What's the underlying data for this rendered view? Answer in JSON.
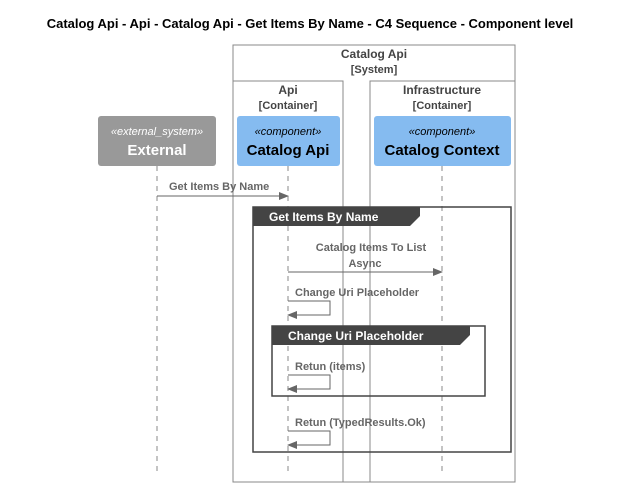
{
  "title": "Catalog Api - Api - Catalog Api - Get Items By Name - C4 Sequence - Component level",
  "system_boundary": {
    "name": "Catalog Api",
    "type": "[System]"
  },
  "containers": [
    {
      "name": "Api",
      "type": "[Container]"
    },
    {
      "name": "Infrastructure",
      "type": "[Container]"
    }
  ],
  "participants": [
    {
      "stereotype": "«external_system»",
      "name": "External",
      "color": "#999999"
    },
    {
      "stereotype": "«component»",
      "name": "Catalog Api",
      "color": "#85bbf0"
    },
    {
      "stereotype": "«component»",
      "name": "Catalog Context",
      "color": "#85bbf0"
    }
  ],
  "messages": [
    {
      "label": "Get Items By Name"
    },
    {
      "label_line1": "Catalog Items To List",
      "label_line2": "Async"
    },
    {
      "label": "Change Uri Placeholder"
    },
    {
      "label": "Retun (items)"
    },
    {
      "label": "Retun (TypedResults.Ok)"
    }
  ],
  "groups": [
    {
      "label": "Get Items By Name"
    },
    {
      "label": "Change Uri Placeholder"
    }
  ],
  "colors": {
    "line": "#666666",
    "frame_header": "#444444",
    "boundary_border": "#888888"
  }
}
